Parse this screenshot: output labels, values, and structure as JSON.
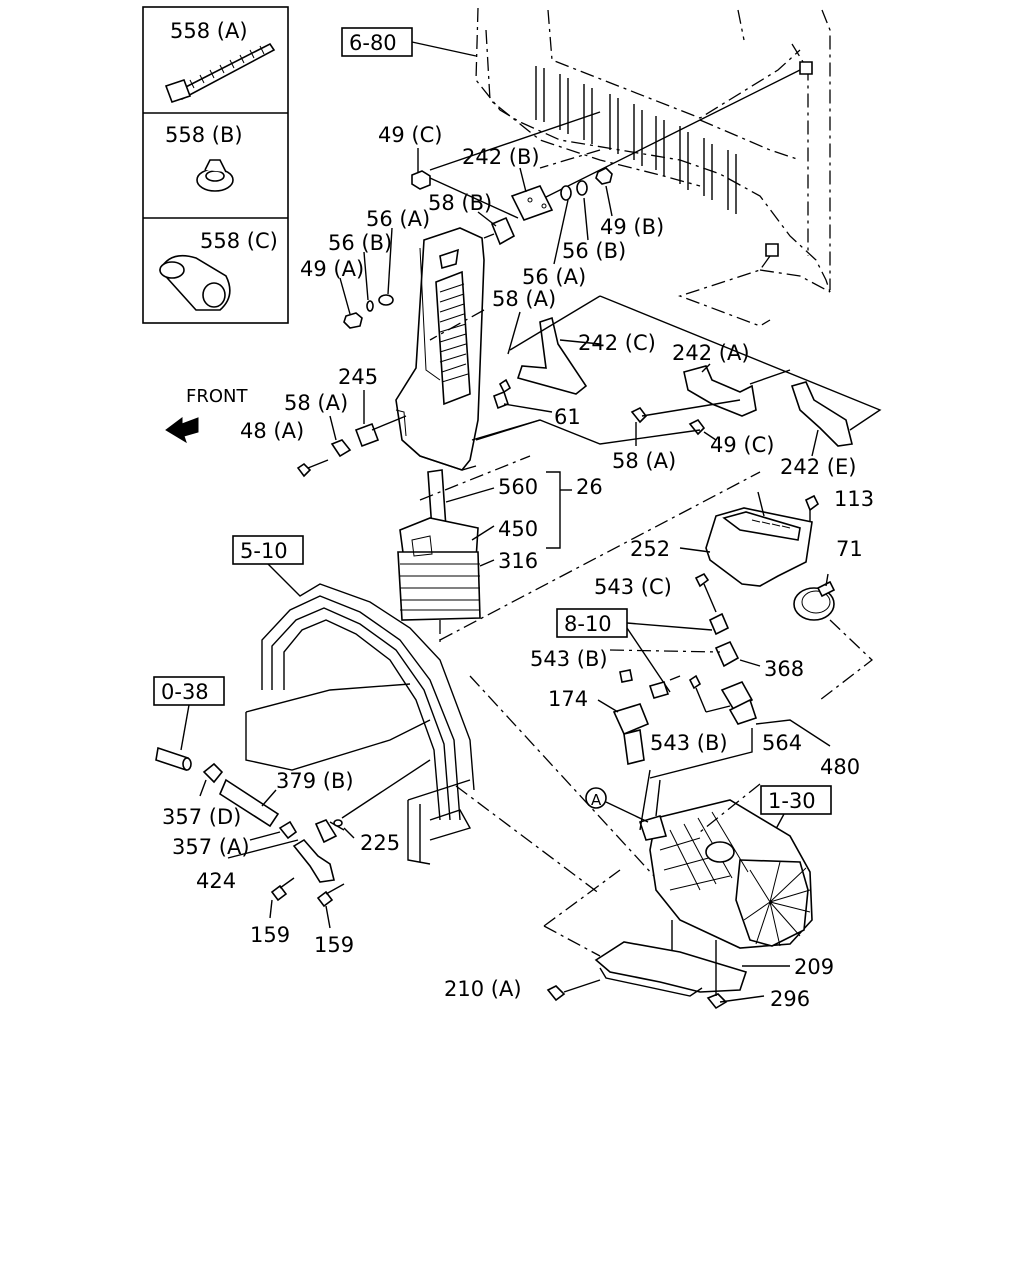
{
  "inset_labels": [
    "558 (A)",
    "558 (B)",
    "558 (C)"
  ],
  "ref_boxes": [
    "6-80",
    "5-10",
    "8-10",
    "0-38",
    "1-30"
  ],
  "front_label": "FRONT",
  "circle_marker": "A",
  "callouts": {
    "c49C_top": "49 (C)",
    "c242B": "242 (B)",
    "c58B": "58 (B)",
    "c56A_left": "56 (A)",
    "c56B_left": "56 (B)",
    "c49A": "49 (A)",
    "c49B": "49 (B)",
    "c56B_right": "56 (B)",
    "c56A_right": "56 (A)",
    "c58A_upper": "58 (A)",
    "c242C": "242 (C)",
    "c242A": "242 (A)",
    "c245": "245",
    "c58A_left": "58 (A)",
    "c48A": "48 (A)",
    "c61": "61",
    "c58A_lower": "58 (A)",
    "c49C_lower": "49 (C)",
    "c242E": "242 (E)",
    "c560": "560",
    "c26": "26",
    "c450": "450",
    "c316": "316",
    "c113": "113",
    "c252": "252",
    "c71": "71",
    "c543C": "543 (C)",
    "c368": "368",
    "c543B_left": "543 (B)",
    "c174": "174",
    "c543B_right": "543 (B)",
    "c564": "564",
    "c480": "480",
    "c379B": "379 (B)",
    "c357D": "357 (D)",
    "c357A": "357 (A)",
    "c225": "225",
    "c424": "424",
    "c159_left": "159",
    "c159_right": "159",
    "c209": "209",
    "c210A": "210 (A)",
    "c296": "296"
  }
}
